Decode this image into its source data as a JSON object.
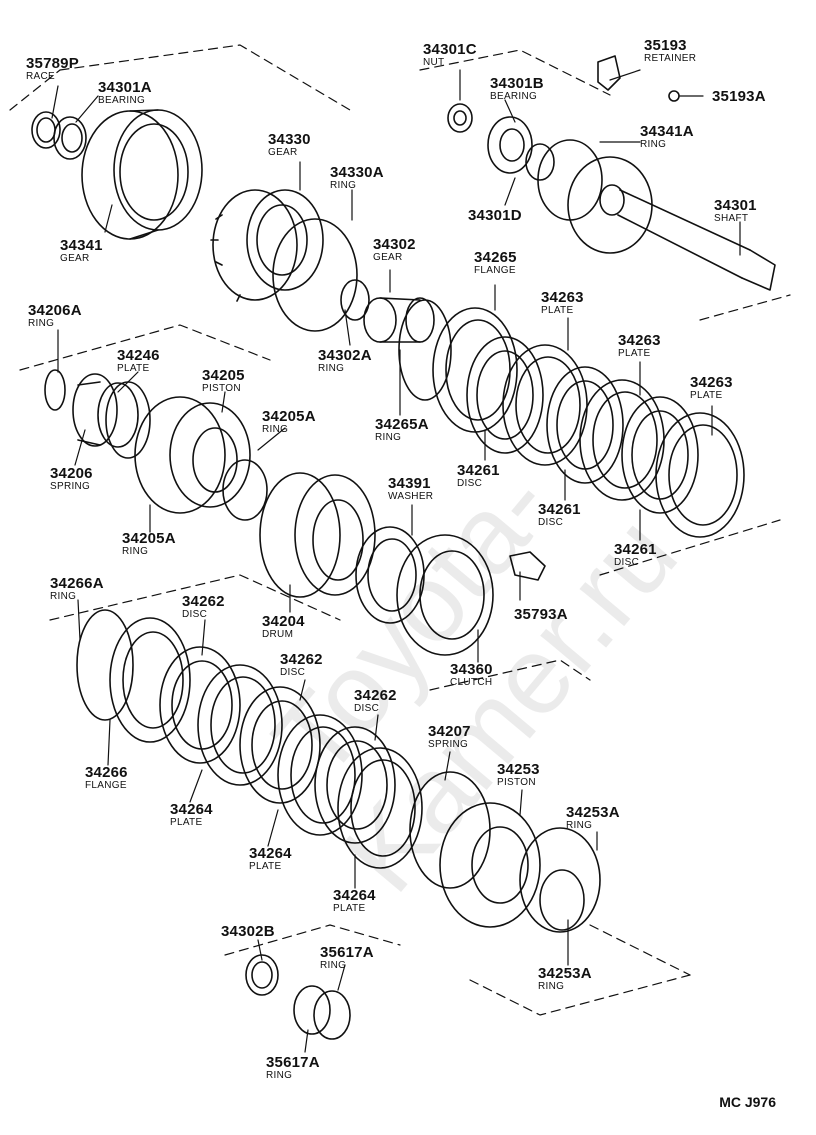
{
  "watermark": "Toyota-Kamer.ru",
  "drawing_code": "MC J976",
  "parts": [
    {
      "id": "p-35789p",
      "number": "35789P",
      "name": "RACE"
    },
    {
      "id": "p-34301a",
      "number": "34301A",
      "name": "BEARING"
    },
    {
      "id": "p-34341",
      "number": "34341",
      "name": "GEAR"
    },
    {
      "id": "p-34330",
      "number": "34330",
      "name": "GEAR"
    },
    {
      "id": "p-34330a",
      "number": "34330A",
      "name": "RING"
    },
    {
      "id": "p-34301c",
      "number": "34301C",
      "name": "NUT"
    },
    {
      "id": "p-34301b",
      "number": "34301B",
      "name": "BEARING"
    },
    {
      "id": "p-35193",
      "number": "35193",
      "name": "RETAINER"
    },
    {
      "id": "p-35193a",
      "number": "35193A",
      "name": ""
    },
    {
      "id": "p-34341a",
      "number": "34341A",
      "name": "RING"
    },
    {
      "id": "p-34301d",
      "number": "34301D",
      "name": ""
    },
    {
      "id": "p-34301",
      "number": "34301",
      "name": "SHAFT"
    },
    {
      "id": "p-34302",
      "number": "34302",
      "name": "GEAR"
    },
    {
      "id": "p-34302a",
      "number": "34302A",
      "name": "RING"
    },
    {
      "id": "p-34265",
      "number": "34265",
      "name": "FLANGE"
    },
    {
      "id": "p-34265a",
      "number": "34265A",
      "name": "RING"
    },
    {
      "id": "p-34263-1",
      "number": "34263",
      "name": "PLATE"
    },
    {
      "id": "p-34263-2",
      "number": "34263",
      "name": "PLATE"
    },
    {
      "id": "p-34263-3",
      "number": "34263",
      "name": "PLATE"
    },
    {
      "id": "p-34261-1",
      "number": "34261",
      "name": "DISC"
    },
    {
      "id": "p-34261-2",
      "number": "34261",
      "name": "DISC"
    },
    {
      "id": "p-34261-3",
      "number": "34261",
      "name": "DISC"
    },
    {
      "id": "p-34206a",
      "number": "34206A",
      "name": "RING"
    },
    {
      "id": "p-34246",
      "number": "34246",
      "name": "PLATE"
    },
    {
      "id": "p-34205",
      "number": "34205",
      "name": "PISTON"
    },
    {
      "id": "p-34205a-1",
      "number": "34205A",
      "name": "RING"
    },
    {
      "id": "p-34205a-2",
      "number": "34205A",
      "name": "RING"
    },
    {
      "id": "p-34206",
      "number": "34206",
      "name": "SPRING"
    },
    {
      "id": "p-34391",
      "number": "34391",
      "name": "WASHER"
    },
    {
      "id": "p-35793a",
      "number": "35793A",
      "name": ""
    },
    {
      "id": "p-34204",
      "number": "34204",
      "name": "DRUM"
    },
    {
      "id": "p-34360",
      "number": "34360",
      "name": "CLUTCH"
    },
    {
      "id": "p-34266a",
      "number": "34266A",
      "name": "RING"
    },
    {
      "id": "p-34262-1",
      "number": "34262",
      "name": "DISC"
    },
    {
      "id": "p-34262-2",
      "number": "34262",
      "name": "DISC"
    },
    {
      "id": "p-34262-3",
      "number": "34262",
      "name": "DISC"
    },
    {
      "id": "p-34266",
      "number": "34266",
      "name": "FLANGE"
    },
    {
      "id": "p-34264-1",
      "number": "34264",
      "name": "PLATE"
    },
    {
      "id": "p-34264-2",
      "number": "34264",
      "name": "PLATE"
    },
    {
      "id": "p-34264-3",
      "number": "34264",
      "name": "PLATE"
    },
    {
      "id": "p-34207",
      "number": "34207",
      "name": "SPRING"
    },
    {
      "id": "p-34253",
      "number": "34253",
      "name": "PISTON"
    },
    {
      "id": "p-34253a-1",
      "number": "34253A",
      "name": "RING"
    },
    {
      "id": "p-34253a-2",
      "number": "34253A",
      "name": "RING"
    },
    {
      "id": "p-34302b",
      "number": "34302B",
      "name": ""
    },
    {
      "id": "p-35617a-1",
      "number": "35617A",
      "name": "RING"
    },
    {
      "id": "p-35617a-2",
      "number": "35617A",
      "name": "RING"
    }
  ]
}
